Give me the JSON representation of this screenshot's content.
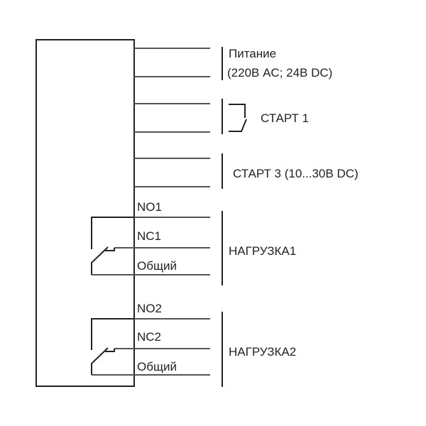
{
  "power": {
    "line1": "Питание",
    "line2": "(220В AC; 24В DC)"
  },
  "start1": {
    "label": "СТАРТ 1"
  },
  "start3": {
    "label": "СТАРТ 3 (10...30В DC)"
  },
  "relay1": {
    "no": "NO1",
    "nc": "NC1",
    "common": "Общий",
    "load": "НАГРУЗКА1"
  },
  "relay2": {
    "no": "NO2",
    "nc": "NC2",
    "common": "Общий",
    "load": "НАГРУЗКА2"
  }
}
